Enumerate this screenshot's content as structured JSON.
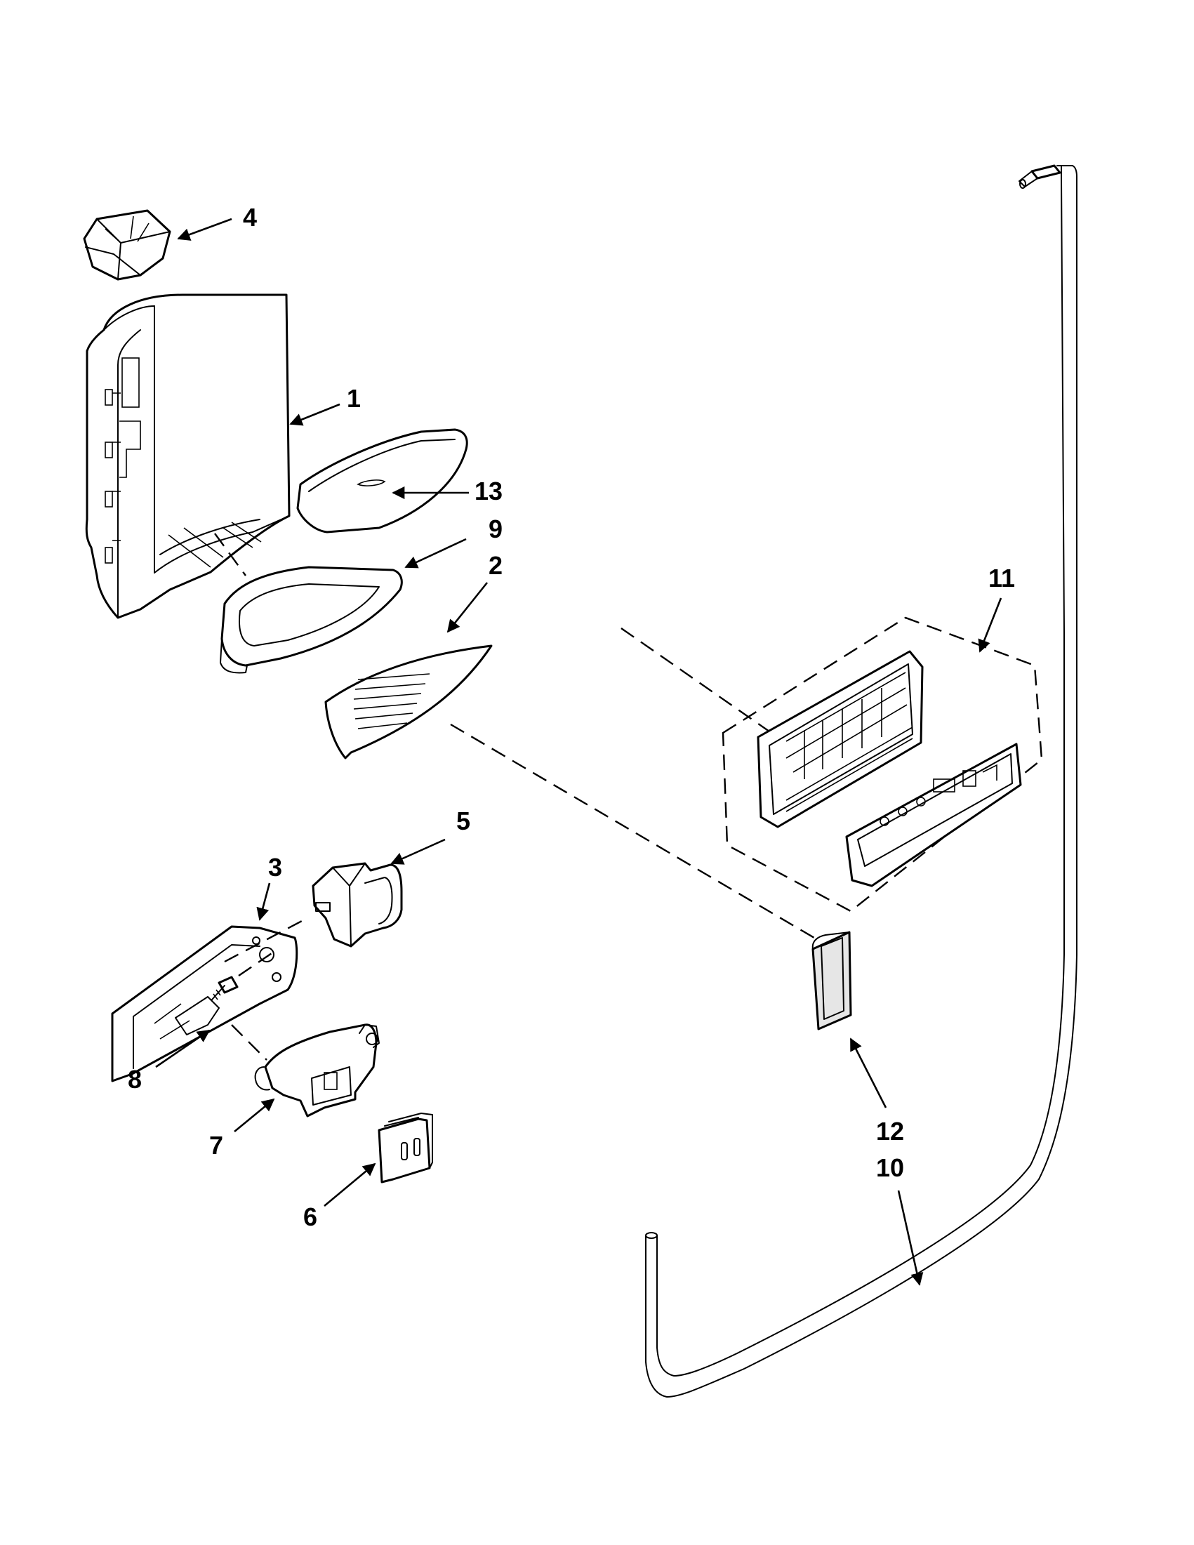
{
  "callouts": {
    "c1": "1",
    "c2": "2",
    "c3": "3",
    "c4": "4",
    "c5": "5",
    "c6": "6",
    "c7": "7",
    "c8": "8",
    "c9": "9",
    "c11": "11",
    "c12": "12",
    "c13": "13",
    "c10": "10"
  }
}
